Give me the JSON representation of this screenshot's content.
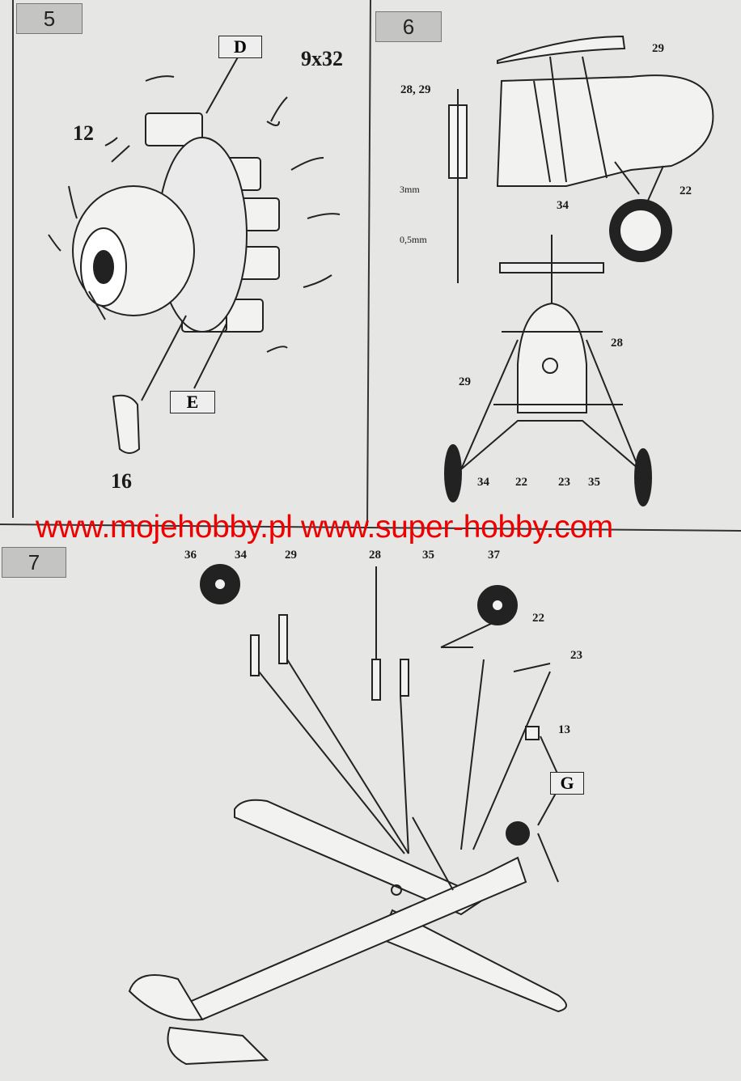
{
  "watermark": "www.mojehobby.pl www.super-hobby.com",
  "step5": {
    "number": "5",
    "callouts": [
      "D",
      "E"
    ],
    "labels": {
      "engine": "12",
      "cylinder_wires": "9x32",
      "part16": "16"
    }
  },
  "step6": {
    "number": "6",
    "labels": {
      "strut_parts": "28, 29",
      "dim_length": "3mm",
      "dim_width": "0,5mm",
      "side_29": "29",
      "side_22": "22",
      "side_34": "34",
      "front_28": "28",
      "front_29": "29",
      "front_34": "34",
      "front_22": "22",
      "front_23": "23",
      "front_35": "35"
    }
  },
  "step7": {
    "number": "7",
    "labels": {
      "p36": "36",
      "p34": "34",
      "p29": "29",
      "p28": "28",
      "p35": "35",
      "p37": "37",
      "p22": "22",
      "p23": "23",
      "p13": "13"
    },
    "callout": "G"
  }
}
